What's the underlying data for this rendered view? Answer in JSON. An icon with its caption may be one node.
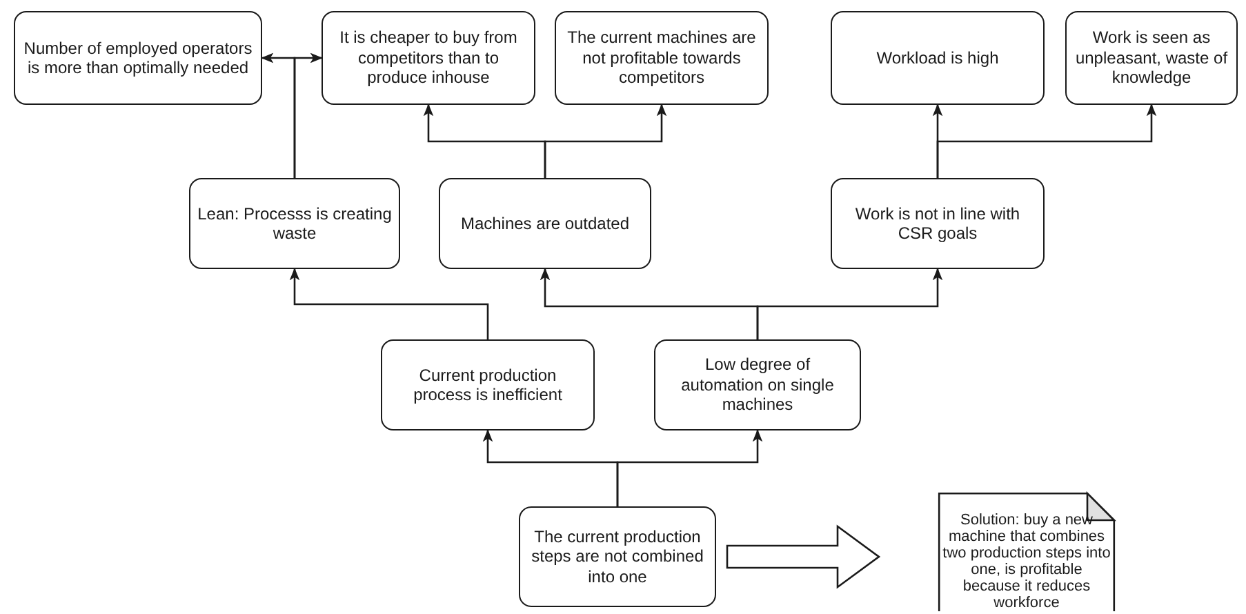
{
  "diagram": {
    "nodes": [
      {
        "text": [
          "Number of employed operators is more than optimally needed"
        ]
      },
      {
        "text": [
          "It is cheaper to buy from competitors than to produce inhouse"
        ]
      },
      {
        "text": [
          "The current machines are not profitable towards competitors"
        ]
      },
      {
        "text": [
          "Workload is high"
        ]
      },
      {
        "text": [
          "Work is seen as unpleasant, waste of knowledge"
        ]
      },
      {
        "text": [
          "Lean: Processs is creating waste"
        ]
      },
      {
        "text": [
          "Machines are outdated"
        ]
      },
      {
        "text": [
          "Work is not in line with CSR goals"
        ]
      },
      {
        "text": [
          "Current production process is inefficient"
        ]
      },
      {
        "text": [
          "Low degree of automation on single machines"
        ]
      },
      {
        "text": [
          "The current production steps are not combined into one"
        ]
      },
      {
        "text": [
          "Solution: buy a new machine that combines two production steps into one, is profitable because it reduces workforce"
        ]
      }
    ],
    "edges": [
      {
        "from": 10,
        "to": 8,
        "arrow": "to"
      },
      {
        "from": 10,
        "to": 9,
        "arrow": "to"
      },
      {
        "from": 8,
        "to": 5,
        "arrow": "to"
      },
      {
        "from": 9,
        "to": 6,
        "arrow": "to"
      },
      {
        "from": 9,
        "to": 7,
        "arrow": "to"
      },
      {
        "from": 5,
        "to": 0,
        "arrow": "to"
      },
      {
        "from": 5,
        "to": 1,
        "arrow": "to"
      },
      {
        "from": 6,
        "to": 1,
        "arrow": "to"
      },
      {
        "from": 6,
        "to": 2,
        "arrow": "to"
      },
      {
        "from": 7,
        "to": 3,
        "arrow": "to"
      },
      {
        "from": 7,
        "to": 4,
        "arrow": "to"
      },
      {
        "from": 10,
        "to": 11,
        "arrow": "to",
        "style": "thick"
      }
    ]
  }
}
